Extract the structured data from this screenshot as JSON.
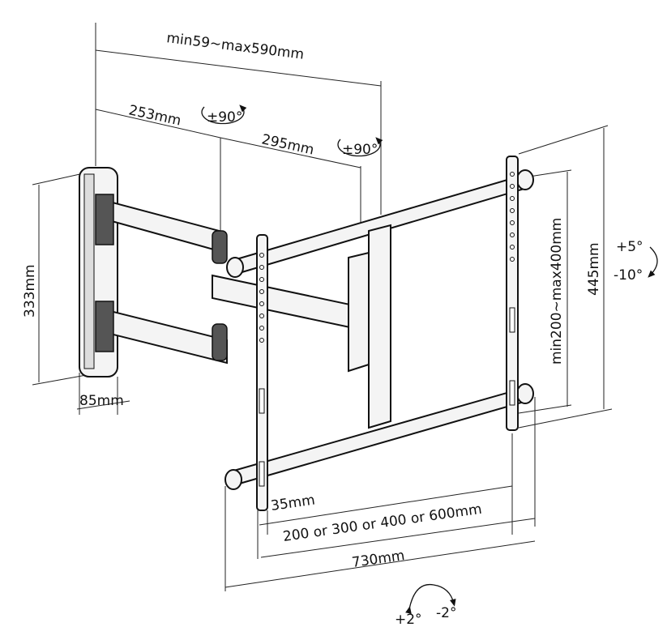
{
  "title": "Full-motion TV wall mount dimension drawing",
  "dimensions": {
    "total_extension": "min59~max590mm",
    "arm_1": "253mm",
    "arm_2": "295mm",
    "swivel_1": "±90°",
    "swivel_2": "±90°",
    "wall_plate_height": "333mm",
    "wall_plate_depth": "85mm",
    "frame_height": "445mm",
    "vesa_vertical": "min200~max400mm",
    "tilt_up": "+5°",
    "tilt_down": "-10°",
    "arm_width": "35mm",
    "vesa_horizontal": "200 or 300 or 400 or 600mm",
    "frame_width": "730mm",
    "level_plus": "+2°",
    "level_minus": "-2°"
  }
}
